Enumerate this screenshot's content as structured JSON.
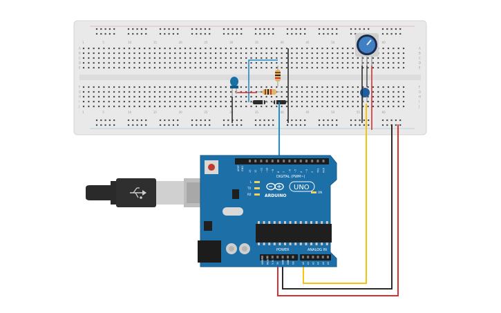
{
  "breadboard": {
    "column_labels": [
      "1",
      "5",
      "10",
      "15",
      "20",
      "25",
      "30",
      "35",
      "40",
      "45",
      "50",
      "55",
      "60"
    ],
    "row_labels_top": [
      "J",
      "I",
      "H",
      "G",
      "F"
    ],
    "row_labels_bottom": [
      "E",
      "D",
      "C",
      "B",
      "A"
    ]
  },
  "arduino": {
    "brand": "ARDUINO",
    "model": "UNO",
    "digital_label": "DIGITAL (PWM~)",
    "power_label": "POWER",
    "analog_label": "ANALOG IN",
    "aref": "AREF",
    "gnd": "GND",
    "tx": "TX",
    "rx": "RX",
    "l": "L",
    "on": "ON",
    "digital_pins": [
      "13",
      "12",
      "~11",
      "~10",
      "~9",
      "8",
      "7",
      "~6",
      "~5",
      "4",
      "~3",
      "2",
      "TX1",
      "RX0"
    ],
    "power_pins": [
      "IOREF",
      "RESET",
      "3.3V",
      "5V",
      "GND",
      "GND",
      "Vin"
    ],
    "analog_pins": [
      "A0",
      "A1",
      "A2",
      "A3",
      "A4",
      "A5"
    ]
  },
  "colors": {
    "wire_blue": "#1d8ccc",
    "wire_red": "#d3302f",
    "wire_black": "#2a2a2a",
    "wire_yellow": "#f2c40f",
    "board_blue": "#1d6fa8",
    "breadboard": "#e9e9e9"
  }
}
